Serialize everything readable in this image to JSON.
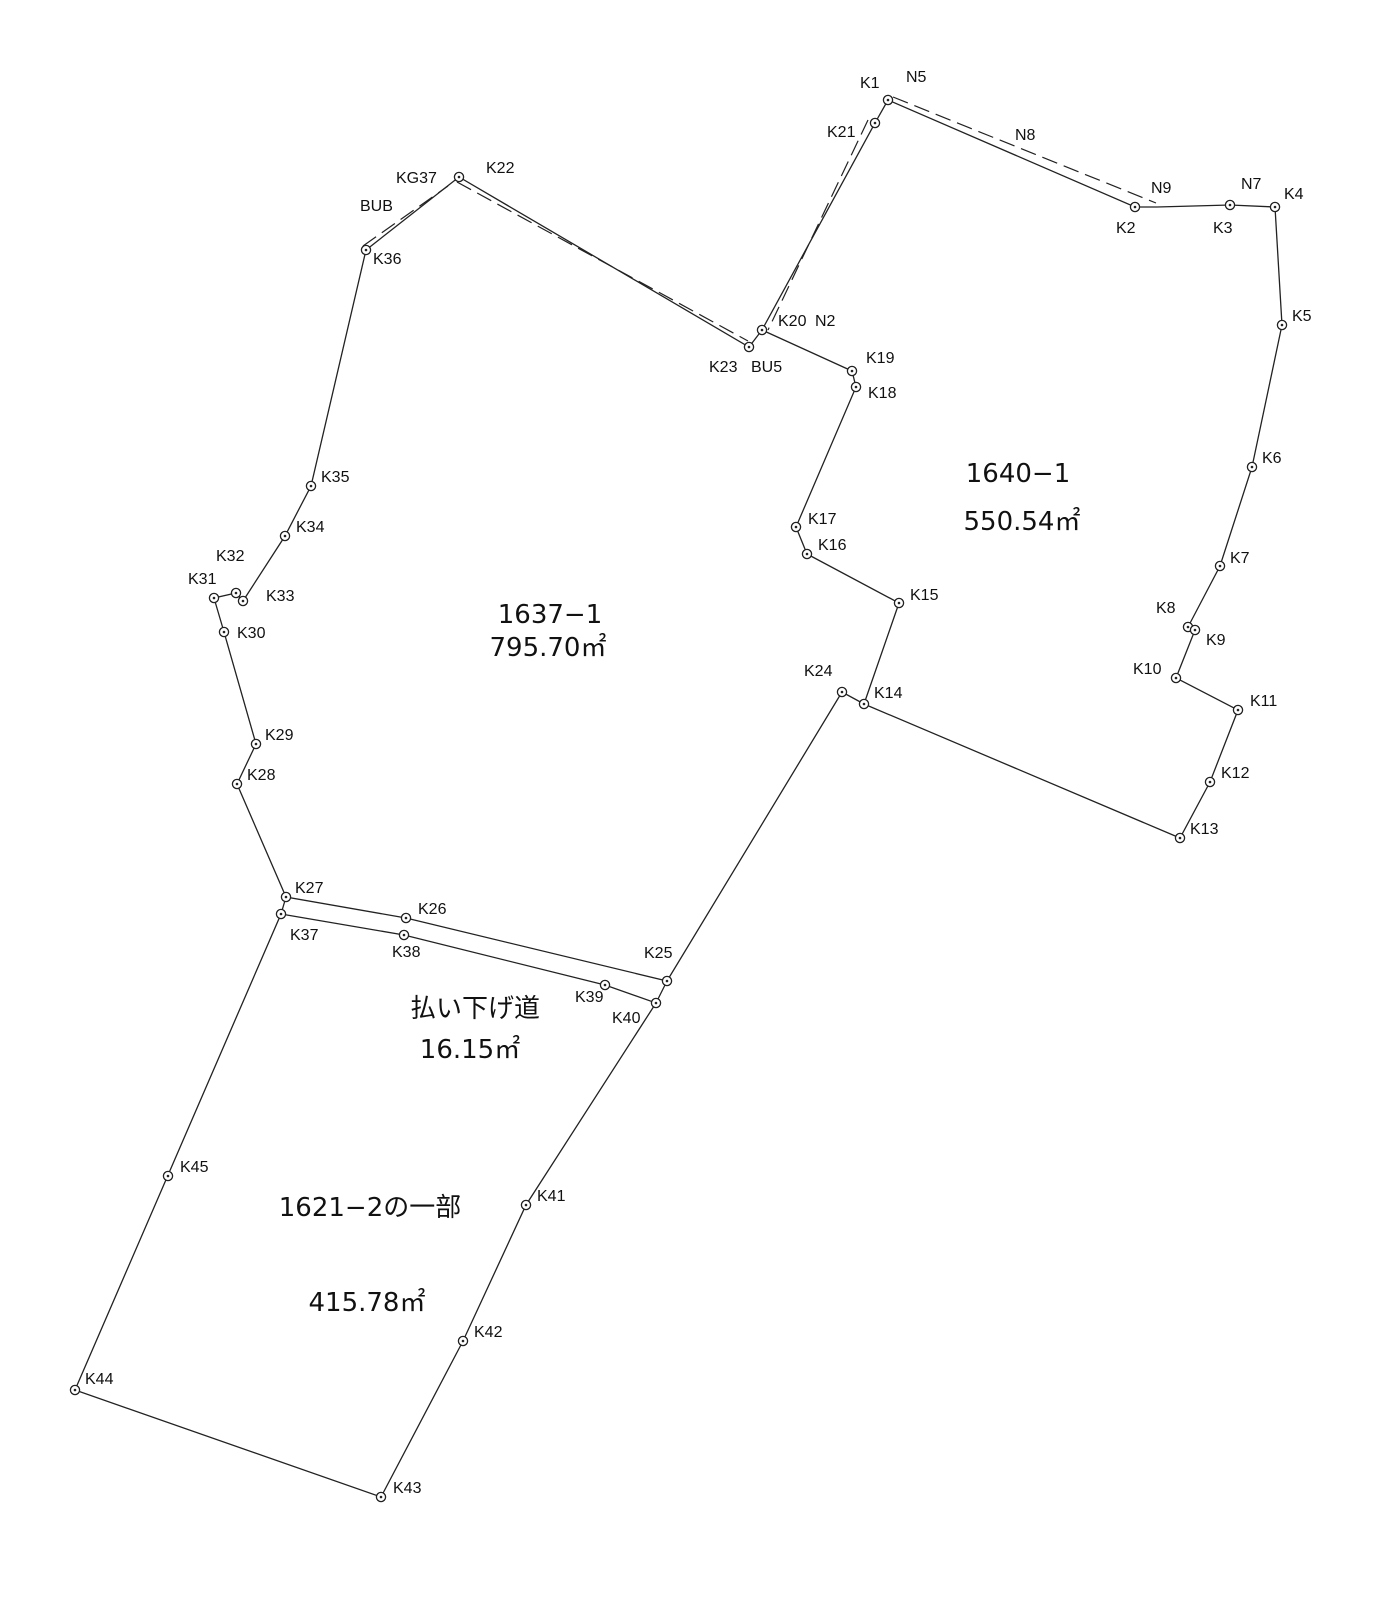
{
  "parcels": [
    {
      "id": "1640-1",
      "number": "1640−1",
      "area": "550.54㎡"
    },
    {
      "id": "1637-1",
      "number": "1637−1",
      "area": "795.70㎡"
    },
    {
      "id": "road",
      "number": "払い下げ道",
      "area": "16.15㎡"
    },
    {
      "id": "1621-2",
      "number": "1621−2の一部",
      "area": "415.78㎡"
    }
  ],
  "points": [
    "K1",
    "K2",
    "K3",
    "K4",
    "K5",
    "K6",
    "K7",
    "K8",
    "K9",
    "K10",
    "K11",
    "K12",
    "K13",
    "K14",
    "K15",
    "K16",
    "K17",
    "K18",
    "K19",
    "K20",
    "K21",
    "K22",
    "K23",
    "K24",
    "K25",
    "K26",
    "K27",
    "K28",
    "K29",
    "K30",
    "K31",
    "K32",
    "K33",
    "K34",
    "K35",
    "K36",
    "K37",
    "K38",
    "K39",
    "K40",
    "K41",
    "K42",
    "K43",
    "K44",
    "K45",
    "KG37",
    "N2",
    "N5",
    "N7",
    "N8",
    "N9",
    "BU5",
    "BUB"
  ]
}
